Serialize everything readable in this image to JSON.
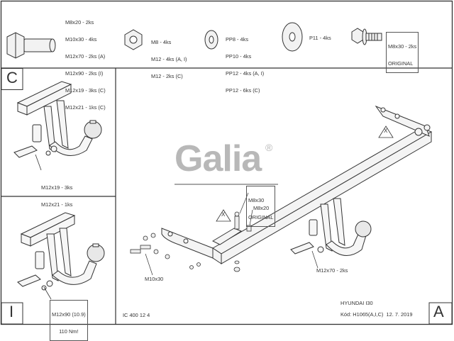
{
  "parts": {
    "bolt": {
      "lines": [
        "M8x20 - 2ks",
        "M10x30 - 4ks",
        "M12x70 - 2ks (A)",
        "M12x90 - 2ks (I)",
        "M12x19 - 3ks (C)",
        "M12x21 - 1ks (C)"
      ]
    },
    "nut": {
      "lines": [
        "M8 - 4ks",
        "M12 - 4ks (A, I)",
        "M12 - 2ks (C)"
      ]
    },
    "washer": {
      "lines": [
        "PP8 - 4ks",
        "PP10 - 4ks",
        "PP12 - 4ks (A, I)",
        "PP12 - 6ks (C)"
      ]
    },
    "big_washer": {
      "label": "P11 - 4ks"
    },
    "flange_bolt": {
      "lines": [
        "M8x30 - 2ks",
        "ORIGINAL"
      ]
    }
  },
  "panel_c": {
    "letter": "C",
    "labels": [
      "M12x19 - 3ks",
      "M12x21 - 1ks"
    ]
  },
  "panel_i": {
    "letter": "I",
    "labels": [
      "M12x90 (10.9)",
      "110 Nm!"
    ]
  },
  "main": {
    "logo": "Galia",
    "registered": "®",
    "labels": {
      "m8x30": [
        "M8x30",
        "ORIGINAL"
      ],
      "m8x20": "M8x20",
      "m10x30": "M10x30",
      "m12x70": "M12x70 - 2ks",
      "x": "X"
    },
    "letter": "A",
    "code": "IC 400 12 4",
    "vehicle": "HYUNDAI I30",
    "kod": "Kód: H1065(A,I,C)  12. 7. 2019"
  }
}
